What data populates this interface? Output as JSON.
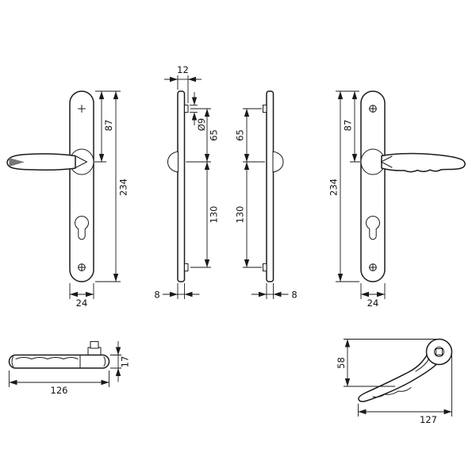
{
  "colors": {
    "line": "#1a1a1a",
    "background": "#ffffff",
    "tip_shade": "#777777"
  },
  "views": {
    "front_left": {
      "dim_87": "87",
      "dim_234": "234",
      "dim_24": "24"
    },
    "side_left": {
      "dim_12": "12",
      "dim_dia9": "Ø9",
      "dim_65": "65",
      "dim_130": "130",
      "dim_8": "8"
    },
    "side_right": {
      "dim_65": "65",
      "dim_130": "130",
      "dim_8": "8"
    },
    "front_right": {
      "dim_87": "87",
      "dim_234": "234",
      "dim_24": "24"
    },
    "top_view": {
      "dim_126": "126",
      "dim_17": "17"
    },
    "side_view": {
      "dim_58": "58",
      "dim_127": "127"
    }
  }
}
